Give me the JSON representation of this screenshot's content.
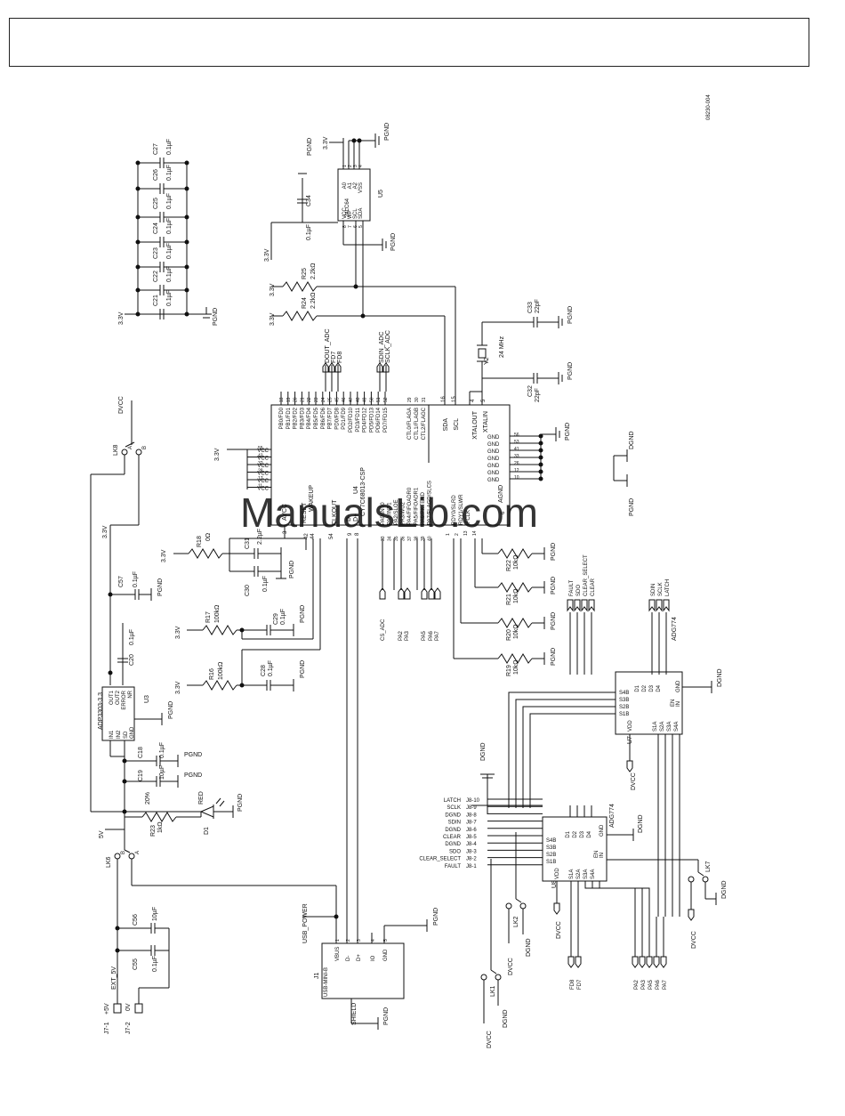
{
  "figure_id": "08230-004",
  "watermark": "ManualsLib.com",
  "nets": {
    "pgnd": "PGND",
    "dgnd": "DGND",
    "v33": "3.3V",
    "v5": "5V",
    "dvcc": "DVCC"
  },
  "caps_array": {
    "caps": [
      "C21",
      "C22",
      "C23",
      "C24",
      "C25",
      "C26",
      "C27"
    ],
    "value": "0.1µF"
  },
  "u5": {
    "ref": "U5",
    "part": "24LC64",
    "pins_top": [
      "A0",
      "A1",
      "A2",
      "VSS"
    ],
    "pin_nums_top": [
      "1",
      "2",
      "3",
      "4"
    ],
    "pins_bottom": [
      "VCC",
      "WP",
      "SCL",
      "SDA"
    ],
    "pin_nums_bottom": [
      "8",
      "7",
      "6",
      "5"
    ],
    "c34": "C34",
    "c34_value": "0.1µF"
  },
  "pullups": {
    "r25": "R25",
    "r25_value": "2.2kΩ",
    "r24": "R24",
    "r24_value": "2.2kΩ"
  },
  "bus_labels": {
    "dout_adc": "DOUT_ADC",
    "fd7": "FD7",
    "fd8": "FD8",
    "sdin_adc": "SDIN_ADC",
    "sclk_adc": "SCLK_ADC"
  },
  "crystal": {
    "ref": "Y2",
    "freq": "24 MHz",
    "c33": "C33",
    "c33_value": "22pF",
    "c32": "C32",
    "c32_value": "22pF"
  },
  "u4": {
    "ref": "U4",
    "part": "CY7C68013-CSP",
    "port_pins": [
      "PB0/FD0",
      "PB1/FD1",
      "PB2/FD2",
      "PB3/FD3",
      "PB4/FD4",
      "PB5/FD5",
      "PB6/FD6",
      "PB7/FD7",
      "PD0/FD8",
      "PD1/FD9",
      "PD2/FD10",
      "PD3/FD11",
      "PD4/FD12",
      "PD5/FD13",
      "PD6/FD14",
      "PD7/FD15"
    ],
    "port_nums": [
      "18",
      "19",
      "20",
      "21",
      "22",
      "23",
      "24",
      "25",
      "45",
      "46",
      "47",
      "48",
      "49",
      "50",
      "51",
      "52"
    ],
    "ctl_pins": [
      "CTL0/FLAGA",
      "CTL1/FLAGB",
      "CTL2/FLAGC"
    ],
    "ctl_nums": [
      "29",
      "30",
      "31"
    ],
    "sda": "SDA",
    "scl": "SCL",
    "sda_num": "16",
    "scl_num": "15",
    "xtalout": "XTALOUT",
    "xtalin": "XTALIN",
    "xtalout_num": "4",
    "xtalin_num": "5",
    "vcc_nums": [
      "55",
      "43",
      "32",
      "28",
      "17",
      "11"
    ],
    "vcc_label": "VCC",
    "gnd_nums": [
      "56",
      "53",
      "41",
      "33",
      "26",
      "12",
      "10"
    ],
    "gnd_label": "GND",
    "agnd": "AGND",
    "agnd_num": "6",
    "avcc": "AVCC",
    "avcc_num": "3",
    "wakeup": "WAKEUP",
    "reset": "RESET",
    "reset_num": "42",
    "wakeup_num": "44",
    "clkout": "CLKOUT",
    "clkout_num": "54",
    "dminus": "D-",
    "dplus": "D+",
    "dminus_num": "9",
    "dplus_num": "8",
    "pa_pins": [
      "PA0/INT0",
      "PA1/INT1",
      "PA2/SLOE",
      "PA3/WU2",
      "PA4/FIFOADR0",
      "PA5/FIFOADR1",
      "PA6/PKTEND",
      "PA7/FLAGD/SLCS"
    ],
    "pa_nums": [
      "33",
      "34",
      "35",
      "36",
      "37",
      "38",
      "39",
      "40"
    ],
    "rdy_pins": [
      "RDY0/SLRD",
      "RDY1/SLWR",
      "IFCLK"
    ],
    "rdy_nums": [
      "1",
      "2",
      "13",
      "14"
    ]
  },
  "usb_signals": [
    "CS_ADC",
    "PA2",
    "PA3",
    "PA5",
    "PA6",
    "PA7"
  ],
  "reset_net": {
    "r18": "R18",
    "r18_value": "0Ω",
    "c31": "C31",
    "c31_value": "2.2µF",
    "c30": "C30",
    "c30_value": "0.1µF",
    "r17": "R17",
    "r17_value": "100kΩ",
    "c29": "C29",
    "c29_value": "0.1µF",
    "r16": "R16",
    "r16_value": "100kΩ",
    "c28": "C28",
    "c28_value": "0.1µF",
    "c57": "C57",
    "c57_value": "0.1µF"
  },
  "pulldowns": [
    {
      "ref": "R22",
      "value": "10kΩ"
    },
    {
      "ref": "R21",
      "value": "10kΩ"
    },
    {
      "ref": "R20",
      "value": "10kΩ"
    },
    {
      "ref": "R19",
      "value": "10kΩ"
    }
  ],
  "u3": {
    "ref": "U3",
    "part": "ADP3303-3.3",
    "pins_left": [
      "IN1",
      "IN2",
      "SD"
    ],
    "pins_right": [
      "OUT1",
      "OUT2",
      "ERROR",
      "NR"
    ],
    "gnd": "GND",
    "c20": "C20",
    "c20_value": "0.1µF",
    "c18": "C18",
    "c18_value": "0.1µF",
    "c19": "C19",
    "c19_value": "10µF"
  },
  "led": {
    "ref": "D1",
    "color": "RED",
    "r23": "R23",
    "r23_value": "1kΩ",
    "tol": "20%"
  },
  "links": [
    "LK8",
    "LK6",
    "LK1",
    "LK2",
    "LK7"
  ],
  "link_pins": [
    "A",
    "B"
  ],
  "j1": {
    "ref": "J1",
    "part": "USB-MINI-B",
    "pins": [
      "VBUS",
      "D-",
      "D+",
      "IO",
      "GND"
    ],
    "nums": [
      "1",
      "2",
      "3",
      "4",
      "5"
    ],
    "shield": "SHIELD",
    "usb_power": "USB_POWER"
  },
  "j7": {
    "ext": "EXT_5V",
    "c56": "C56",
    "c56_value": "10µF",
    "c55": "C55",
    "c55_value": "0.1µF",
    "j71": "J7-1",
    "j72": "J7-2",
    "plus5": "+5V",
    "zero": "0V"
  },
  "u7": {
    "ref": "U7",
    "part": "ADG774",
    "inputs": [
      "FAULT",
      "SDO",
      "CLEAR_SELECT",
      "CLEAR"
    ],
    "inputs2": [
      "SDIN",
      "SCLK",
      "LATCH"
    ],
    "pins_d": [
      "D1",
      "D2",
      "D3",
      "D4"
    ],
    "pins_s_b": [
      "S4B",
      "S3B",
      "S2B",
      "S1B"
    ],
    "pins_s_a": [
      "S1A",
      "S2A",
      "S3A",
      "S4A"
    ],
    "vdd": "VDD",
    "gnd": "GND",
    "in": "IN",
    "en": "EN"
  },
  "u8": {
    "ref": "U8",
    "part": "ADG774",
    "outs": [
      "FD8",
      "FD7"
    ],
    "outs2": [
      "PA2",
      "PA3",
      "PA5",
      "PA6",
      "PA7"
    ]
  },
  "j8": {
    "pins": [
      "J8-10",
      "J8-9",
      "J8-8",
      "J8-7",
      "J8-6",
      "J8-5",
      "J8-4",
      "J8-3",
      "J8-2",
      "J8-1"
    ],
    "names": [
      "LATCH",
      "SCLK",
      "DGND",
      "SDIN",
      "DGND",
      "CLEAR",
      "DGND",
      "SDO",
      "CLEAR_SELECT",
      "FAULT"
    ]
  }
}
